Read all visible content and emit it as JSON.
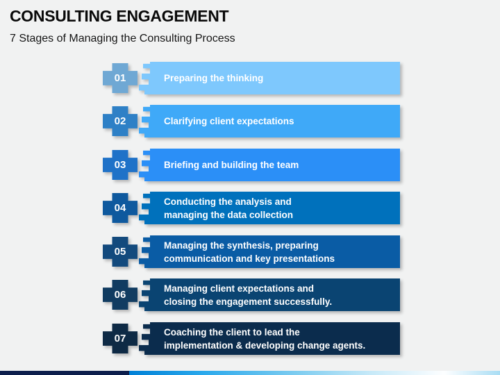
{
  "slide": {
    "title": "CONSULTING ENGAGEMENT",
    "subtitle": "7 Stages of Managing the Consulting Process",
    "background_color": "#F1F2F2",
    "title_color": "#0A0A0A",
    "text_color": "#FFFFFF"
  },
  "stages": [
    {
      "number": "01",
      "lines": [
        "Preparing the thinking"
      ],
      "bar_color": "#7EC8FD",
      "badge_color": "#6FA8D4"
    },
    {
      "number": "02",
      "lines": [
        "Clarifying client expectations"
      ],
      "bar_color": "#3FA9F8",
      "badge_color": "#2E80C6"
    },
    {
      "number": "03",
      "lines": [
        "Briefing and building the team"
      ],
      "bar_color": "#2B8FF7",
      "badge_color": "#1F72C8"
    },
    {
      "number": "04",
      "lines": [
        "Conducting the analysis and",
        "managing the data collection"
      ],
      "bar_color": "#0071BC",
      "badge_color": "#0E599E"
    },
    {
      "number": "05",
      "lines": [
        "Managing the synthesis, preparing",
        "communication and key presentations"
      ],
      "bar_color": "#0A5CA5",
      "badge_color": "#134A7D"
    },
    {
      "number": "06",
      "lines": [
        "Managing client expectations and",
        "closing the engagement successfully."
      ],
      "bar_color": "#0A4472",
      "badge_color": "#113C61"
    },
    {
      "number": "07",
      "lines": [
        "Coaching the client to lead the",
        "implementation & developing change agents."
      ],
      "bar_color": "#0B2C4D",
      "badge_color": "#0E2A45"
    }
  ],
  "footer": {
    "left_color": "#0D1E4C",
    "gradient_css": "linear-gradient(to right, #0080D6 0%, #2BA9EC 20%, #7DCCF0 45%, #C6E9F8 65%, #FDFEFF 85%, #A9DDF4 100%)"
  }
}
